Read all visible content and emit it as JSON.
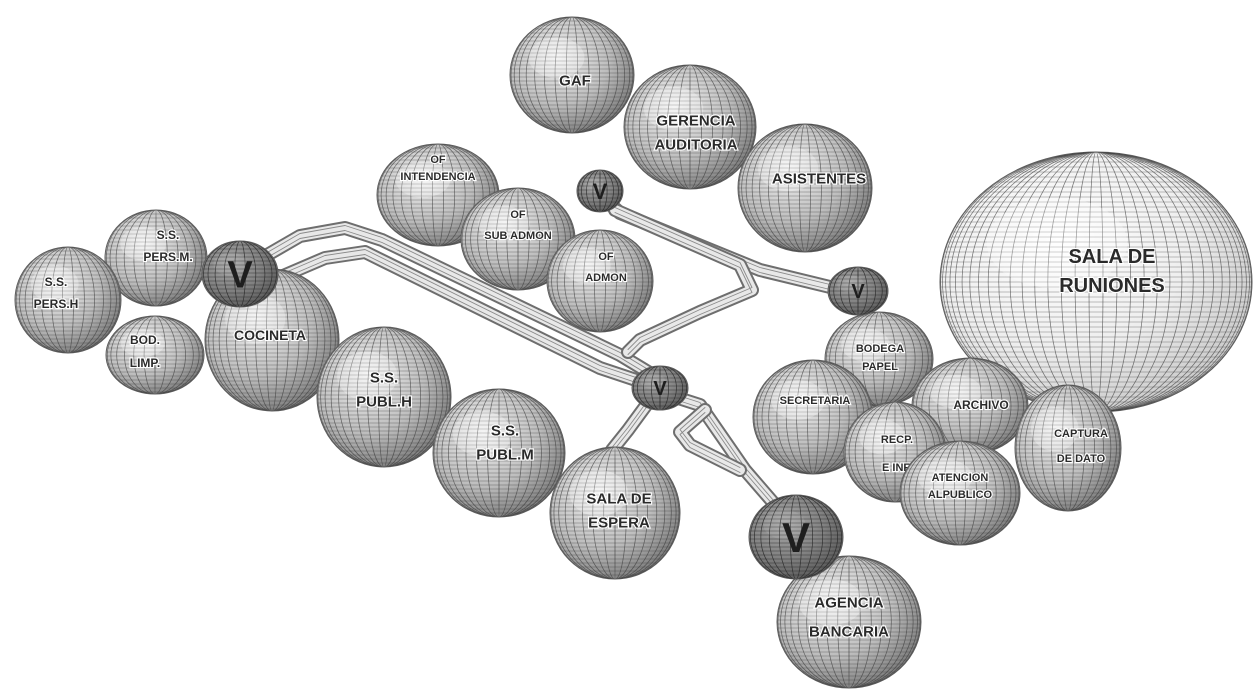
{
  "diagram": {
    "spaces": [
      {
        "id": "gaf",
        "lines": [
          "GAF"
        ]
      },
      {
        "id": "gerencia-auditoria",
        "lines": [
          "GERENCIA",
          "AUDITORIA"
        ]
      },
      {
        "id": "asistentes",
        "lines": [
          "ASISTENTES"
        ]
      },
      {
        "id": "sala-runiones",
        "lines": [
          "SALA DE",
          "RUNIONES"
        ]
      },
      {
        "id": "of-intendencia",
        "lines": [
          "OF",
          "INTENDENCIA"
        ]
      },
      {
        "id": "of-sub-admon",
        "lines": [
          "OF",
          "SUB ADMON"
        ]
      },
      {
        "id": "of-admon",
        "lines": [
          "OF",
          "ADMON"
        ]
      },
      {
        "id": "ss-pers-m",
        "lines": [
          "S.S.",
          "PERS.M."
        ]
      },
      {
        "id": "ss-pers-h",
        "lines": [
          "S.S.",
          "PERS.H"
        ]
      },
      {
        "id": "bod-limp",
        "lines": [
          "BOD.",
          "LIMP."
        ]
      },
      {
        "id": "cocineta",
        "lines": [
          "COCINETA"
        ]
      },
      {
        "id": "ss-publ-h",
        "lines": [
          "S.S.",
          "PUBL.H"
        ]
      },
      {
        "id": "ss-publ-m",
        "lines": [
          "S.S.",
          "PUBL.M"
        ]
      },
      {
        "id": "sala-espera",
        "lines": [
          "SALA DE",
          "ESPERA"
        ]
      },
      {
        "id": "agencia-bancaria",
        "lines": [
          "AGENCIA",
          "BANCARIA"
        ]
      },
      {
        "id": "bodega-papel",
        "lines": [
          "BODEGA",
          "PAPEL"
        ]
      },
      {
        "id": "secretaria",
        "lines": [
          "SECRETARIA"
        ]
      },
      {
        "id": "archivo",
        "lines": [
          "ARCHIVO"
        ]
      },
      {
        "id": "recp-einf",
        "lines": [
          "RECP.",
          "E INF."
        ]
      },
      {
        "id": "captura-dato",
        "lines": [
          "CAPTURA",
          "DE DATO"
        ]
      },
      {
        "id": "atencion-publico",
        "lines": [
          "ATENCION",
          "ALPUBLICO"
        ]
      }
    ],
    "nodes": [
      {
        "id": "v1",
        "label": "V"
      },
      {
        "id": "v2",
        "label": "V"
      },
      {
        "id": "v3",
        "label": "V"
      },
      {
        "id": "v4",
        "label": "V"
      },
      {
        "id": "v5",
        "label": "V"
      }
    ]
  }
}
